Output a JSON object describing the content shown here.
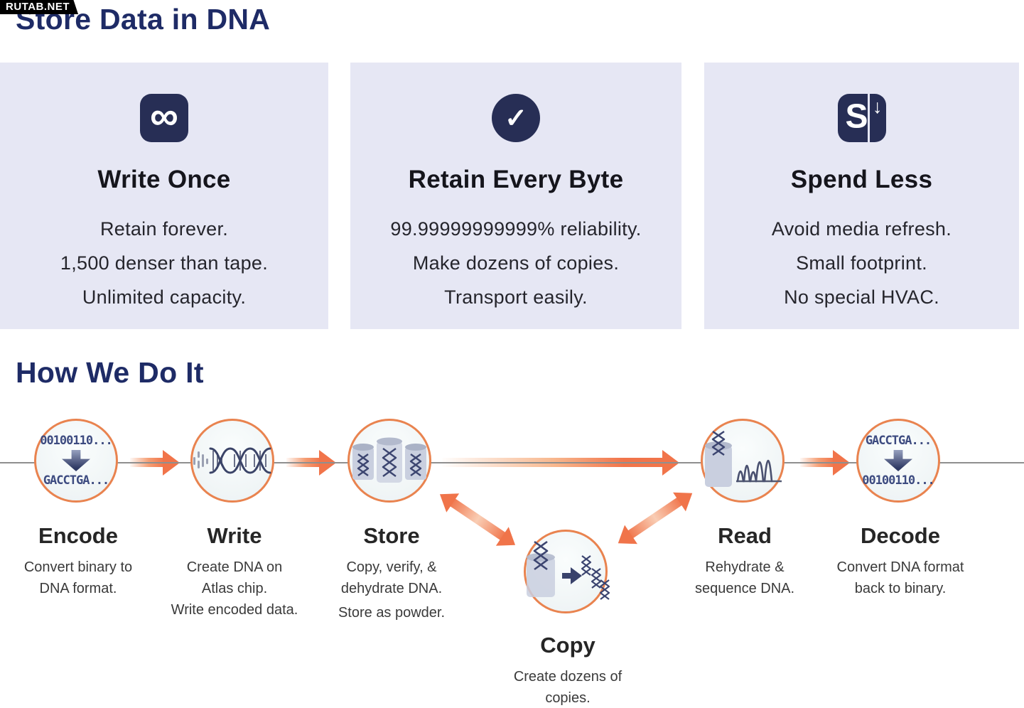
{
  "watermark": "RUTAB.NET",
  "headings": {
    "main": "Store Data in DNA",
    "how": "How We Do It"
  },
  "cards": [
    {
      "icon": "infinity-icon",
      "title": "Write Once",
      "lines": [
        "Retain forever.",
        "1,500 denser than tape.",
        "Unlimited capacity."
      ]
    },
    {
      "icon": "check-icon",
      "title": "Retain Every Byte",
      "lines": [
        "99.99999999999% reliability.",
        "Make dozens of copies.",
        "Transport easily."
      ]
    },
    {
      "icon": "dollar-down-icon",
      "title": "Spend Less",
      "lines": [
        "Avoid media refresh.",
        "Small footprint.",
        "No special HVAC."
      ]
    }
  ],
  "icons": {
    "infinity_glyph": "∞",
    "check_glyph": "✓",
    "dollar_glyph": "S",
    "down_arrow_glyph": "↓"
  },
  "flow": {
    "steps": [
      {
        "title": "Encode",
        "sub": [
          "Convert binary to",
          "DNA format."
        ],
        "code_top": "00100110...",
        "code_bottom": "GACCTGA..."
      },
      {
        "title": "Write",
        "sub": [
          "Create DNA on",
          "Atlas chip.",
          "Write encoded data."
        ]
      },
      {
        "title": "Store",
        "sub": [
          "Copy, verify, &",
          "dehydrate DNA.",
          "Store as powder."
        ]
      },
      {
        "title": "Copy",
        "sub": [
          "Create dozens of",
          "copies."
        ]
      },
      {
        "title": "Read",
        "sub": [
          "Rehydrate &",
          "sequence DNA."
        ]
      },
      {
        "title": "Decode",
        "sub": [
          "Convert DNA format",
          "back to binary."
        ],
        "code_top": "GACCTGA...",
        "code_bottom": "00100110..."
      }
    ]
  },
  "colors": {
    "heading_navy": "#1e2b66",
    "icon_navy": "#272e55",
    "card_bg": "#e6e7f4",
    "accent_orange": "#f1744a",
    "circle_border": "#e9834f",
    "gray_line": "#8f8f8f",
    "mono_navy": "#3d4b80"
  }
}
